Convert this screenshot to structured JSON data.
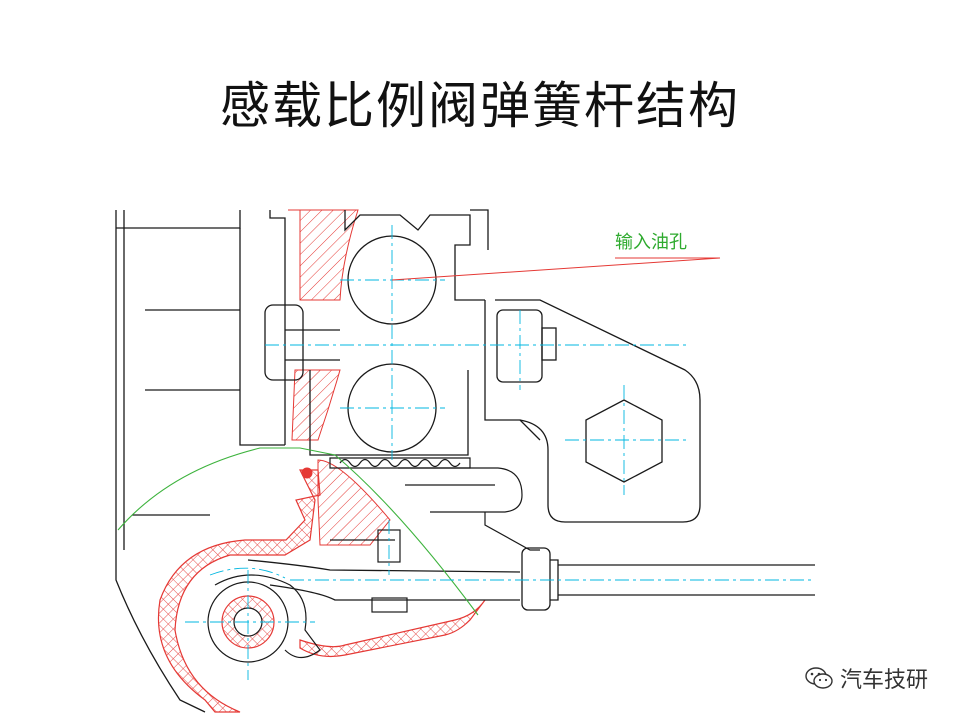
{
  "title": "感载比例阀弹簧杆结构",
  "annotation": {
    "label": "输入油孔"
  },
  "watermark": {
    "text": "汽车技研",
    "icon": "wechat-icon"
  },
  "colors": {
    "outline": "#1a1a1a",
    "centerline": "#00b7e0",
    "section_hatch": "#e53935",
    "leader": "#e53935",
    "annotation_text": "#2eaa2e",
    "cut_line": "#3db33d"
  }
}
